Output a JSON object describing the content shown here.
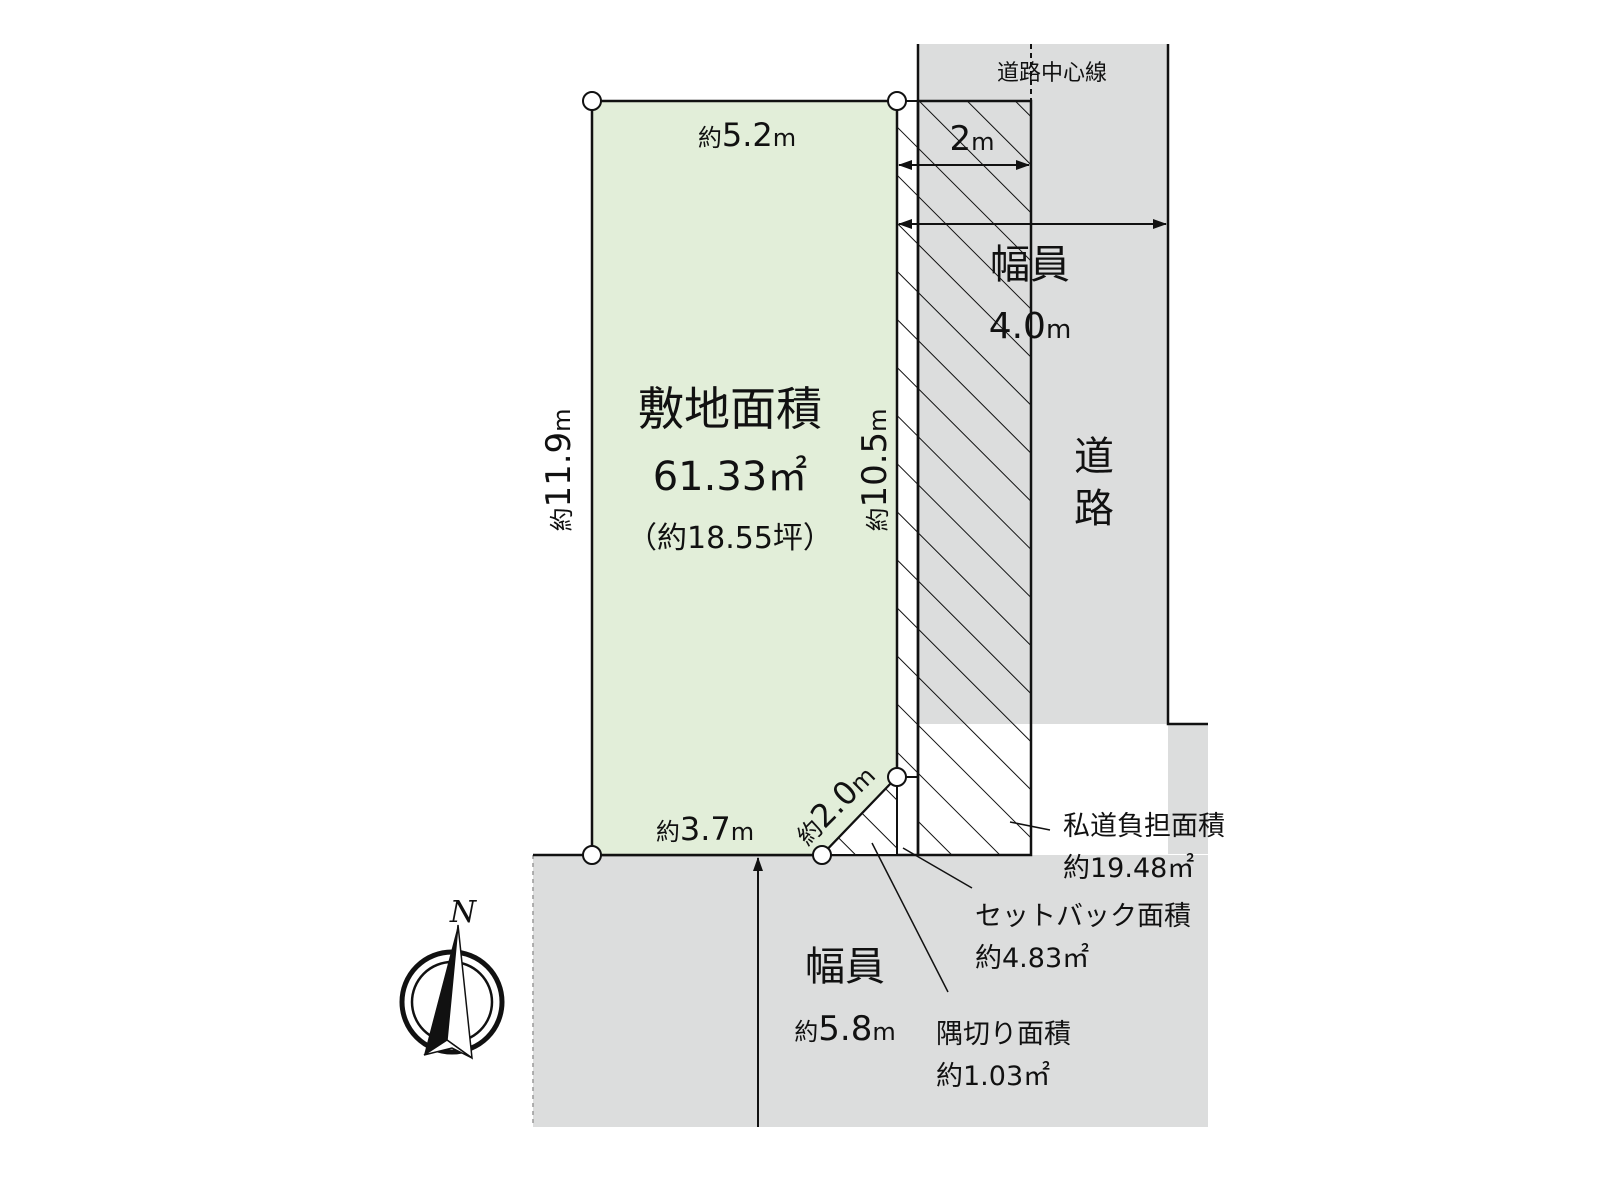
{
  "colors": {
    "site_fill": "#e2eed9",
    "road_fill": "#dcdddd",
    "line": "#111111",
    "background": "#ffffff"
  },
  "site": {
    "title": "敷地面積",
    "area_m2": "61.33㎡",
    "area_tsubo": "（約18.55坪）"
  },
  "dimensions": {
    "top": {
      "prefix": "約",
      "value": "5.2",
      "unit": "m"
    },
    "left": {
      "prefix": "約",
      "value": "11.9",
      "unit": "m"
    },
    "right": {
      "prefix": "約",
      "value": "10.5",
      "unit": "m"
    },
    "bottom": {
      "prefix": "約",
      "value": "3.7",
      "unit": "m"
    },
    "corner_cut": {
      "prefix": "約",
      "value": "2.0",
      "unit": "m"
    },
    "to_center": {
      "value": "2",
      "unit": "m"
    }
  },
  "road_east": {
    "label": "道路",
    "centerline_label": "道路中心線",
    "width_label": "幅員",
    "width_value": "4.0",
    "width_unit": "m"
  },
  "road_south": {
    "width_label": "幅員",
    "width_prefix": "約",
    "width_value": "5.8",
    "width_unit": "m"
  },
  "callouts": [
    {
      "title": "私道負担面積",
      "value": "約19.48㎡"
    },
    {
      "title": "セットバック面積",
      "value": "約4.83㎡"
    },
    {
      "title": "隅切り面積",
      "value": "約1.03㎡"
    }
  ],
  "compass": {
    "label": "N"
  }
}
